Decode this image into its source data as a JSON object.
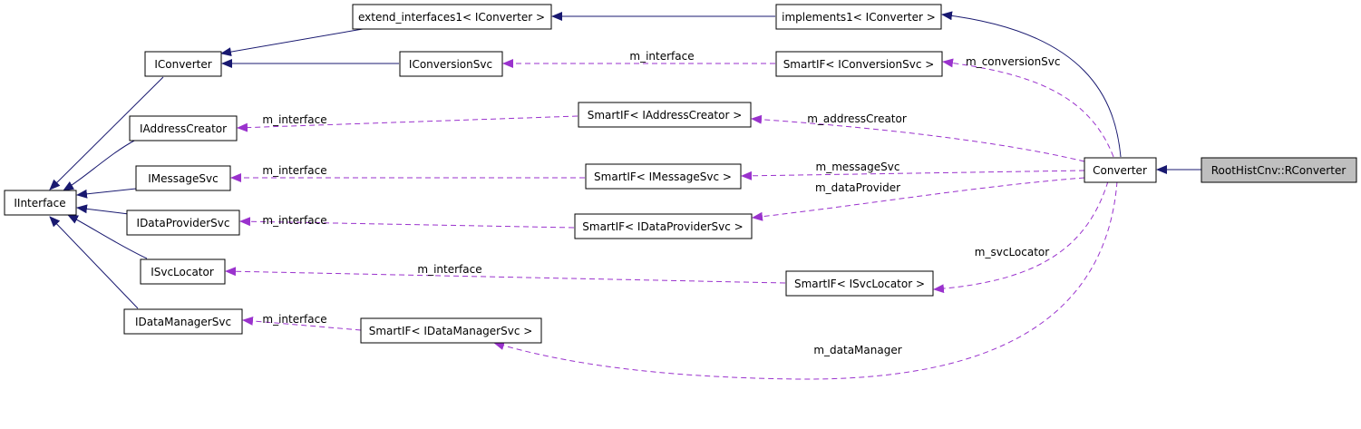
{
  "nodes": {
    "rconverter": "RootHistCnv::RConverter",
    "converter": "Converter",
    "extend_interfaces": "extend_interfaces1< IConverter >",
    "implements": "implements1< IConverter >",
    "iconverter": "IConverter",
    "iconversionsvc": "IConversionSvc",
    "smartif_iconversionsvc": "SmartIF< IConversionSvc >",
    "smartif_iaddresscreator": "SmartIF< IAddressCreator >",
    "iaddresscreator": "IAddressCreator",
    "smartif_imessagesvc": "SmartIF< IMessageSvc >",
    "imessagesvc": "IMessageSvc",
    "iinterface": "IInterface",
    "smartif_idataprovidersvc": "SmartIF< IDataProviderSvc >",
    "idataprovidersvc": "IDataProviderSvc",
    "isvclocator": "ISvcLocator",
    "smartif_isvclocator": "SmartIF< ISvcLocator >",
    "idatamanagersvc": "IDataManagerSvc",
    "smartif_idatamanagersvc": "SmartIF< IDataManagerSvc >"
  },
  "edge_labels": {
    "conv_interface": "m_interface",
    "m_conversionSvc": "m_conversionSvc",
    "addr_interface": "m_interface",
    "m_addressCreator": "m_addressCreator",
    "msg_interface": "m_interface",
    "m_messageSvc": "m_messageSvc",
    "m_dataProvider": "m_dataProvider",
    "dp_interface": "m_interface",
    "m_svcLocator": "m_svcLocator",
    "svc_interface": "m_interface",
    "dm_interface": "m_interface",
    "m_dataManager": "m_dataManager"
  },
  "colors": {
    "inheritance_edge": "#191970",
    "usage_edge": "#9a32cd",
    "highlight_fill": "#bfbfbf"
  }
}
